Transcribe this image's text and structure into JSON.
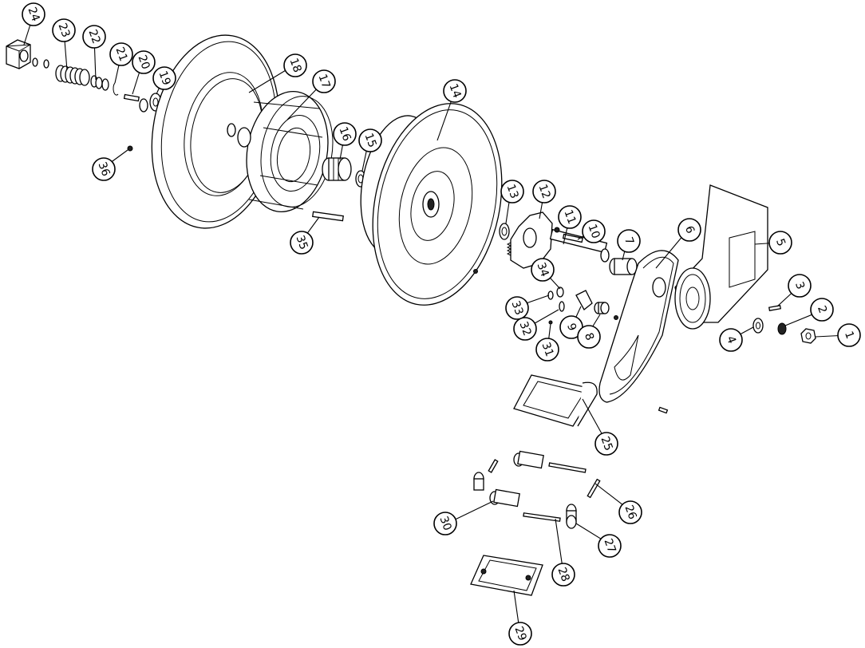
{
  "diagram": {
    "line_color": "#000000",
    "background": "#ffffff",
    "callouts": [
      "1",
      "2",
      "3",
      "4",
      "5",
      "6",
      "7",
      "8",
      "9",
      "10",
      "11",
      "12",
      "13",
      "14",
      "15",
      "16",
      "17",
      "18",
      "19",
      "20",
      "21",
      "22",
      "23",
      "24",
      "25",
      "26",
      "27",
      "28",
      "29",
      "30",
      "31",
      "32",
      "33",
      "34",
      "35",
      "36"
    ]
  }
}
